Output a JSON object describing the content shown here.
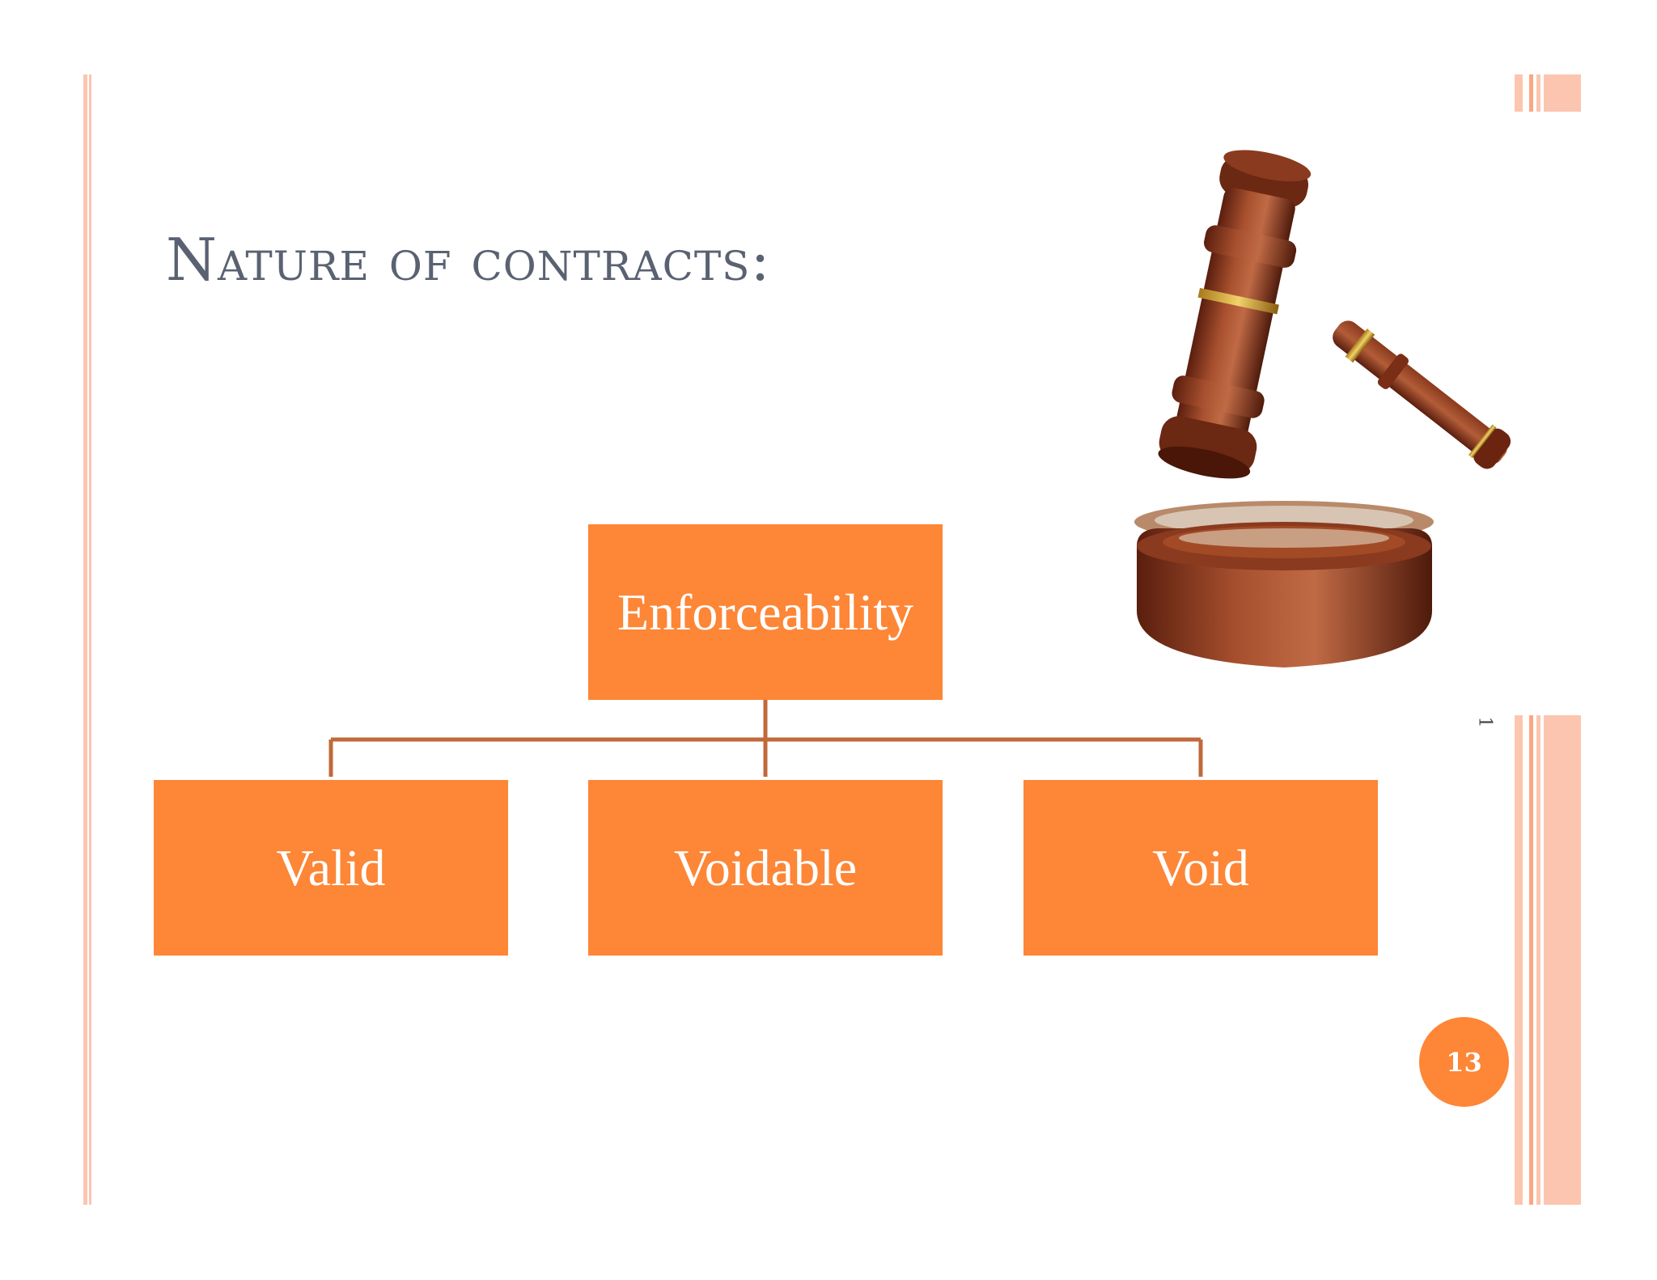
{
  "slide": {
    "title": "Nature of contracts:",
    "page_number": "13",
    "side_glyph": "1"
  },
  "diagram": {
    "root": "Enforceability",
    "children": [
      "Valid",
      "Voidable",
      "Void"
    ]
  },
  "colors": {
    "accent": "#fd8637",
    "connector": "#c0693a",
    "title": "#5a6272",
    "border_light": "#fcc5b0",
    "border_mid": "#f9a882"
  },
  "illustration": {
    "icon": "gavel-icon"
  }
}
